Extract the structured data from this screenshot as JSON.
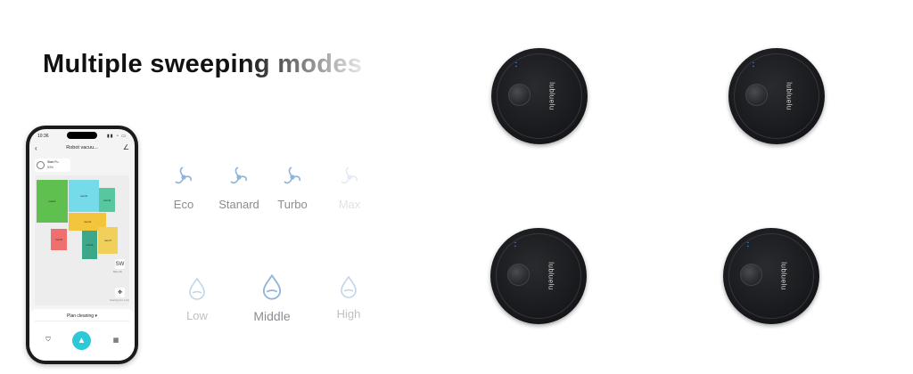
{
  "headline": "Multiple sweeping modes",
  "phone": {
    "status_time": "10:36",
    "status_icons": "▮▮ ◔ ▭",
    "app_title": "Robot vacuu...",
    "robot_status": {
      "line1": "Start Fu",
      "line2": "53%"
    },
    "rooms": [
      {
        "id": "r1",
        "label": "room1",
        "color": "#5fbf4f"
      },
      {
        "id": "r2",
        "label": "room2",
        "color": "#75dbe9"
      },
      {
        "id": "r3",
        "label": "room3",
        "color": "#57c7a0"
      },
      {
        "id": "r4",
        "label": "room4",
        "color": "#f3c53d"
      },
      {
        "id": "r5",
        "label": "room5",
        "color": "#ef6f6f"
      },
      {
        "id": "r6",
        "label": "room6",
        "color": "#3da789"
      },
      {
        "id": "r7",
        "label": "room7",
        "color": "#f0d05a"
      }
    ],
    "map_tool_top": "SW",
    "map_tool_top_caption": "Map edit",
    "map_footer": "Cleaning time 0 min",
    "plan_cleaning": "Plan cleaning",
    "plan_caret": "▾"
  },
  "suction_modes": [
    {
      "label": "Eco"
    },
    {
      "label": "Stanard"
    },
    {
      "label": "Turbo"
    },
    {
      "label": "Max"
    }
  ],
  "water_levels": [
    {
      "label": "Low"
    },
    {
      "label": "Middle"
    },
    {
      "label": "High"
    }
  ],
  "robots": [
    {
      "brand": "lubluelu"
    },
    {
      "brand": "lubluelu"
    },
    {
      "brand": "lubluelu"
    },
    {
      "brand": "lubluelu"
    }
  ],
  "colors": {
    "accent": "#2cc9d8",
    "mode_icon": "#8fb3d9",
    "mode_label": "#8a8d92",
    "robot_body": "#16171a"
  }
}
